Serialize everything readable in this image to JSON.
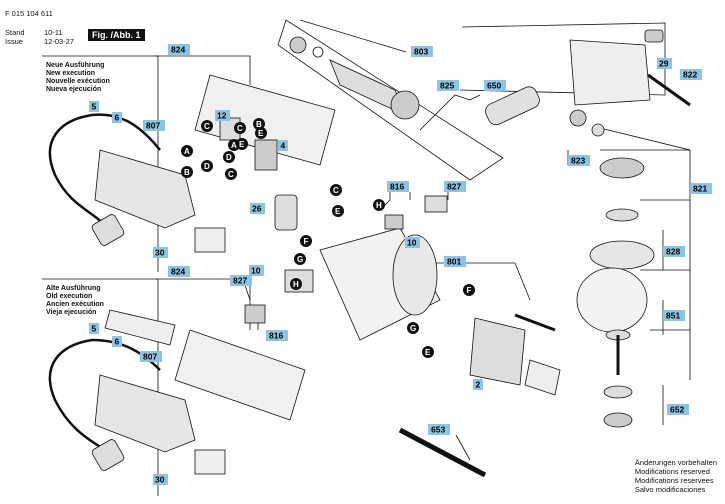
{
  "header": {
    "doc_number": "F 015 104 611",
    "stand_label": "Stand",
    "stand_value": "10-11",
    "issue_label": "Issue",
    "issue_value": "12-03-27",
    "figure_label": "Fig. /Abb. 1"
  },
  "new_execution": [
    "Neue Ausführung",
    "New execution",
    "Nouvelle exécution",
    "Nueva ejecución"
  ],
  "old_execution": [
    "Alte Ausführung",
    "Old execution",
    "Ancien exécution",
    "Vieja ejecución"
  ],
  "modifications": [
    "Änderungen vorbehalten",
    "Modifications reserved",
    "Modifications reservees",
    "Salvo modificaciones"
  ],
  "part_numbers": {
    "p824a": "824",
    "p824b": "824",
    "p803": "803",
    "p822": "822",
    "p825": "825",
    "p650": "650",
    "p823": "823",
    "p821": "821",
    "p828": "828",
    "p851": "851",
    "p652": "652",
    "p653": "653",
    "p801": "801",
    "p816a": "816",
    "p816b": "816",
    "p827a": "827",
    "p827b": "827",
    "p5a": "5",
    "p5b": "5",
    "p6a": "6",
    "p6b": "6",
    "p807a": "807",
    "p807b": "807",
    "p12": "12",
    "p4": "4",
    "p26": "26",
    "p10a": "10",
    "p10b": "10",
    "p30a": "30",
    "p30b": "30",
    "p29": "29",
    "p2": "2"
  },
  "letters": {
    "la1": "A",
    "la2": "A",
    "lb1": "B",
    "lb2": "B",
    "lc1": "C",
    "lc2": "C",
    "lc3": "C",
    "ld1": "D",
    "ld2": "D",
    "le1": "E",
    "le2": "E",
    "lc4": "C",
    "le3": "E",
    "lf1": "F",
    "lg1": "G",
    "lh1": "H",
    "lf2": "F",
    "lg2": "G",
    "lh2": "H",
    "le4": "E"
  }
}
